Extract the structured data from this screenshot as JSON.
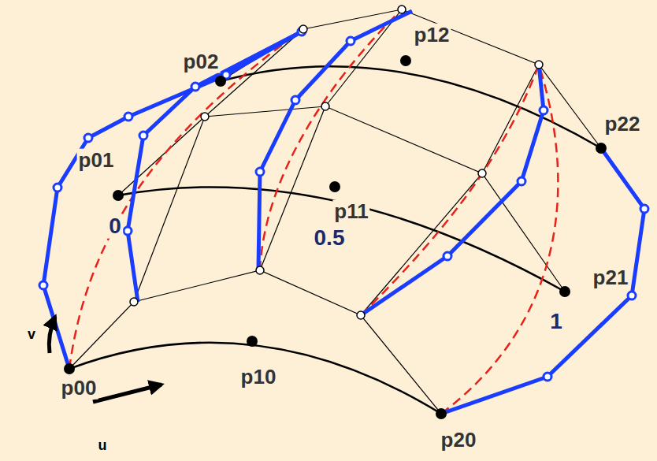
{
  "diagram": {
    "labels": [
      "p02",
      "p12",
      "p01",
      "p22",
      "0",
      "p11",
      "0.5",
      "p21",
      "1",
      "v",
      "p00",
      "p10",
      "u",
      "p20"
    ]
  }
}
